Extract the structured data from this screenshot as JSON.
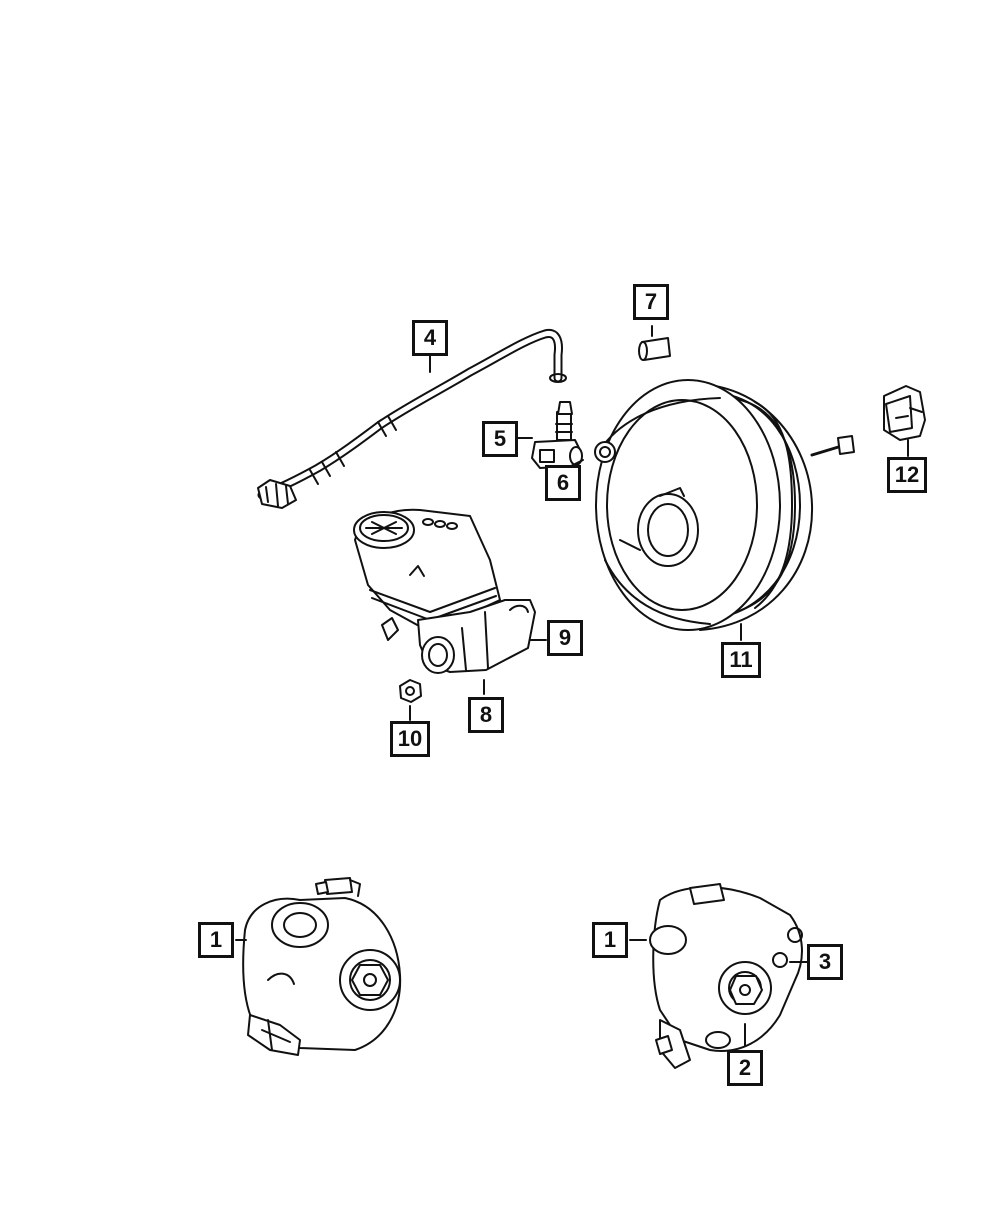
{
  "diagram": {
    "background": "#ffffff",
    "line_color": "#111111",
    "callouts": [
      "1",
      "1",
      "2",
      "3",
      "4",
      "5",
      "6",
      "7",
      "8",
      "9",
      "10",
      "11",
      "12"
    ],
    "parts": [
      {
        "label": "1",
        "icon": "vacuum-pump-icon"
      },
      {
        "label": "1",
        "icon": "vacuum-pump-icon"
      },
      {
        "label": "2",
        "icon": "pump-seal-icon"
      },
      {
        "label": "3",
        "icon": "pump-gasket-icon"
      },
      {
        "label": "4",
        "icon": "vacuum-hose-icon"
      },
      {
        "label": "5",
        "icon": "check-valve-icon"
      },
      {
        "label": "6",
        "icon": "grommet-icon"
      },
      {
        "label": "7",
        "icon": "bushing-icon"
      },
      {
        "label": "8",
        "icon": "master-cylinder-icon"
      },
      {
        "label": "9",
        "icon": "sensor-icon"
      },
      {
        "label": "10",
        "icon": "nut-icon"
      },
      {
        "label": "11",
        "icon": "brake-booster-icon"
      },
      {
        "label": "12",
        "icon": "clip-icon"
      }
    ]
  }
}
